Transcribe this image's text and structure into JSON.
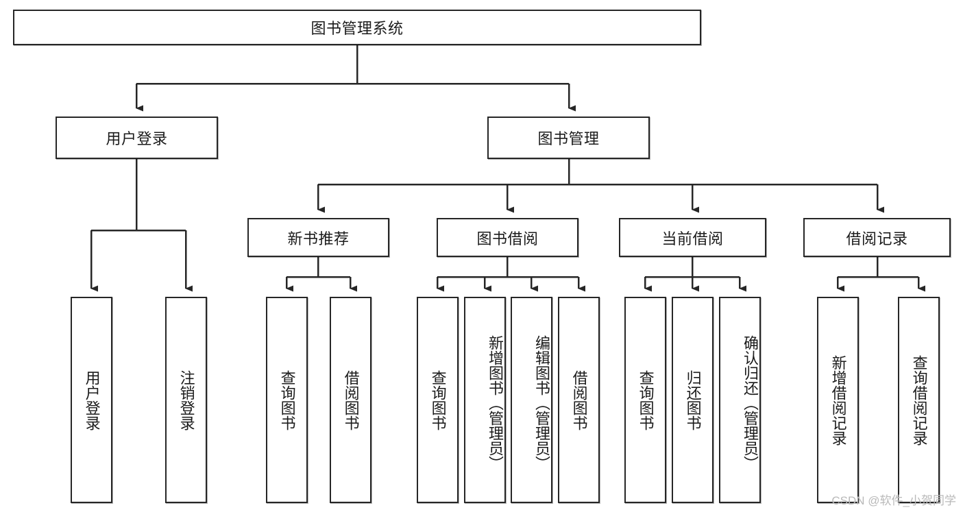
{
  "diagram": {
    "type": "tree-hierarchy",
    "title": "图书管理系统",
    "orientation": "top-down",
    "colors": {
      "box_border": "#262626",
      "box_fill": "#ffffff",
      "connector": "#262626",
      "text": "#1b1b1b",
      "watermark": "#b9b9b9"
    },
    "levels": [
      {
        "level": 1,
        "nodes": [
          {
            "id": "root",
            "label": "图书管理系统",
            "orientation": "horizontal"
          }
        ]
      },
      {
        "level": 2,
        "nodes": [
          {
            "id": "login",
            "label": "用户登录",
            "orientation": "horizontal",
            "parent": "root"
          },
          {
            "id": "bookmgmt",
            "label": "图书管理",
            "orientation": "horizontal",
            "parent": "root"
          }
        ]
      },
      {
        "level": 3,
        "nodes": [
          {
            "id": "newbook",
            "label": "新书推荐",
            "orientation": "horizontal",
            "parent": "bookmgmt"
          },
          {
            "id": "borrow",
            "label": "图书借阅",
            "orientation": "horizontal",
            "parent": "bookmgmt"
          },
          {
            "id": "current",
            "label": "当前借阅",
            "orientation": "horizontal",
            "parent": "bookmgmt"
          },
          {
            "id": "records",
            "label": "借阅记录",
            "orientation": "horizontal",
            "parent": "bookmgmt"
          }
        ]
      },
      {
        "level": 4,
        "nodes": [
          {
            "id": "leaf-1",
            "label": "用户登录",
            "orientation": "vertical",
            "parent": "login"
          },
          {
            "id": "leaf-2",
            "label": "注销登录",
            "orientation": "vertical",
            "parent": "login"
          },
          {
            "id": "leaf-3",
            "label": "查询图书",
            "orientation": "vertical",
            "parent": "newbook"
          },
          {
            "id": "leaf-4",
            "label": "借阅图书",
            "orientation": "vertical",
            "parent": "newbook"
          },
          {
            "id": "leaf-5",
            "label": "查询图书",
            "orientation": "vertical",
            "parent": "borrow"
          },
          {
            "id": "leaf-6",
            "label": "新增图书（管理员）",
            "orientation": "vertical",
            "parent": "borrow"
          },
          {
            "id": "leaf-7",
            "label": "编辑图书（管理员）",
            "orientation": "vertical",
            "parent": "borrow"
          },
          {
            "id": "leaf-8",
            "label": "借阅图书",
            "orientation": "vertical",
            "parent": "borrow"
          },
          {
            "id": "leaf-9",
            "label": "查询图书",
            "orientation": "vertical",
            "parent": "current"
          },
          {
            "id": "leaf-10",
            "label": "归还图书",
            "orientation": "vertical",
            "parent": "current"
          },
          {
            "id": "leaf-11",
            "label": "确认归还（管理员）",
            "orientation": "vertical",
            "parent": "current"
          },
          {
            "id": "leaf-12",
            "label": "新增借阅记录",
            "orientation": "vertical",
            "parent": "records"
          },
          {
            "id": "leaf-13",
            "label": "查询借阅记录",
            "orientation": "vertical",
            "parent": "records"
          }
        ]
      }
    ]
  },
  "watermark": {
    "text": "CSDN @软件_小贺同学"
  }
}
